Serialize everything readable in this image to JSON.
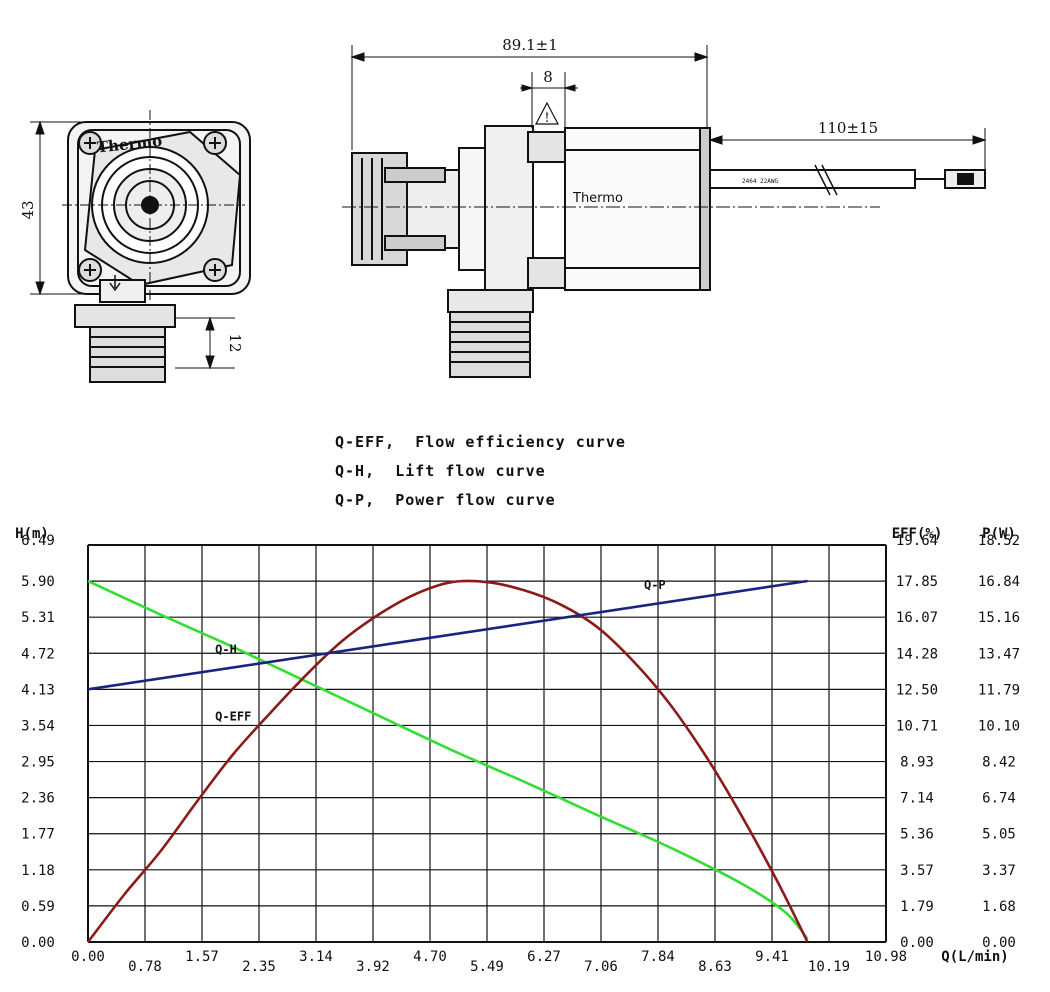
{
  "drawing": {
    "brand": "Thermo",
    "cable_marking": "2464 22AWG",
    "dim_height": "43",
    "dim_thread": "12",
    "dim_length": "89.1±1",
    "dim_offset": "8",
    "dim_cable": "110±15",
    "warning_symbol": "!"
  },
  "legend": [
    {
      "code": "Q-EFF,",
      "text": "Flow efficiency curve"
    },
    {
      "code": "Q-H,",
      "text": "Lift flow curve"
    },
    {
      "code": "Q-P,",
      "text": "Power flow curve"
    }
  ],
  "chart_data": {
    "type": "line",
    "xlabel": "Q(L/min)",
    "ylabel_left": "H(m)",
    "ylabel_eff": "EFF(%)",
    "ylabel_power": "P(W)",
    "x_ticks": [
      "0.00",
      "0.78",
      "1.57",
      "2.35",
      "3.14",
      "3.92",
      "4.70",
      "5.49",
      "6.27",
      "7.06",
      "7.84",
      "8.63",
      "9.41",
      "10.19",
      "10.98"
    ],
    "y_ticks_h": [
      "6.49",
      "5.90",
      "5.31",
      "4.72",
      "4.13",
      "3.54",
      "2.95",
      "2.36",
      "1.77",
      "1.18",
      "0.59",
      "0.00"
    ],
    "y_ticks_eff": [
      "19.64",
      "17.85",
      "16.07",
      "14.28",
      "12.50",
      "10.71",
      "8.93",
      "7.14",
      "5.36",
      "3.57",
      "1.79",
      "0.00"
    ],
    "y_ticks_p": [
      "18.52",
      "16.84",
      "15.16",
      "13.47",
      "11.79",
      "10.10",
      "8.42",
      "6.74",
      "5.05",
      "3.37",
      "1.68",
      "0.00"
    ],
    "xlim": [
      0,
      10.98
    ],
    "ylim_h": [
      0,
      6.49
    ],
    "ylim_eff": [
      0,
      19.64
    ],
    "ylim_p": [
      0,
      18.52
    ],
    "grid": true,
    "series": [
      {
        "name": "Q-H",
        "axis": "h",
        "color": "#33dd33",
        "x": [
          0.0,
          1.0,
          2.0,
          3.0,
          4.0,
          5.0,
          6.0,
          7.0,
          8.0,
          9.0,
          9.6,
          9.9
        ],
        "y": [
          5.9,
          5.35,
          4.82,
          4.26,
          3.7,
          3.14,
          2.62,
          2.08,
          1.55,
          0.95,
          0.48,
          0.05
        ]
      },
      {
        "name": "Q-EFF",
        "axis": "eff",
        "color": "#8b1a1a",
        "x": [
          0.0,
          0.5,
          1.0,
          1.5,
          2.0,
          2.5,
          3.0,
          3.5,
          4.0,
          4.5,
          5.0,
          5.5,
          6.0,
          6.5,
          7.0,
          7.5,
          8.0,
          8.5,
          9.0,
          9.5,
          9.9
        ],
        "y": [
          0.0,
          2.35,
          4.5,
          6.95,
          9.3,
          11.3,
          13.2,
          14.9,
          16.2,
          17.2,
          17.8,
          17.8,
          17.4,
          16.7,
          15.6,
          13.9,
          11.8,
          9.2,
          6.2,
          2.9,
          0.0
        ]
      },
      {
        "name": "Q-P",
        "axis": "p",
        "color": "#1a237e",
        "x": [
          0.0,
          9.9
        ],
        "y": [
          11.79,
          16.84
        ]
      }
    ],
    "labels": [
      {
        "text": "Q-H",
        "x": 1.75,
        "y_h": 4.72
      },
      {
        "text": "Q-EFF",
        "x": 1.75,
        "y_h": 3.62
      },
      {
        "text": "Q-P",
        "x": 7.65,
        "y_h": 5.77
      }
    ]
  }
}
